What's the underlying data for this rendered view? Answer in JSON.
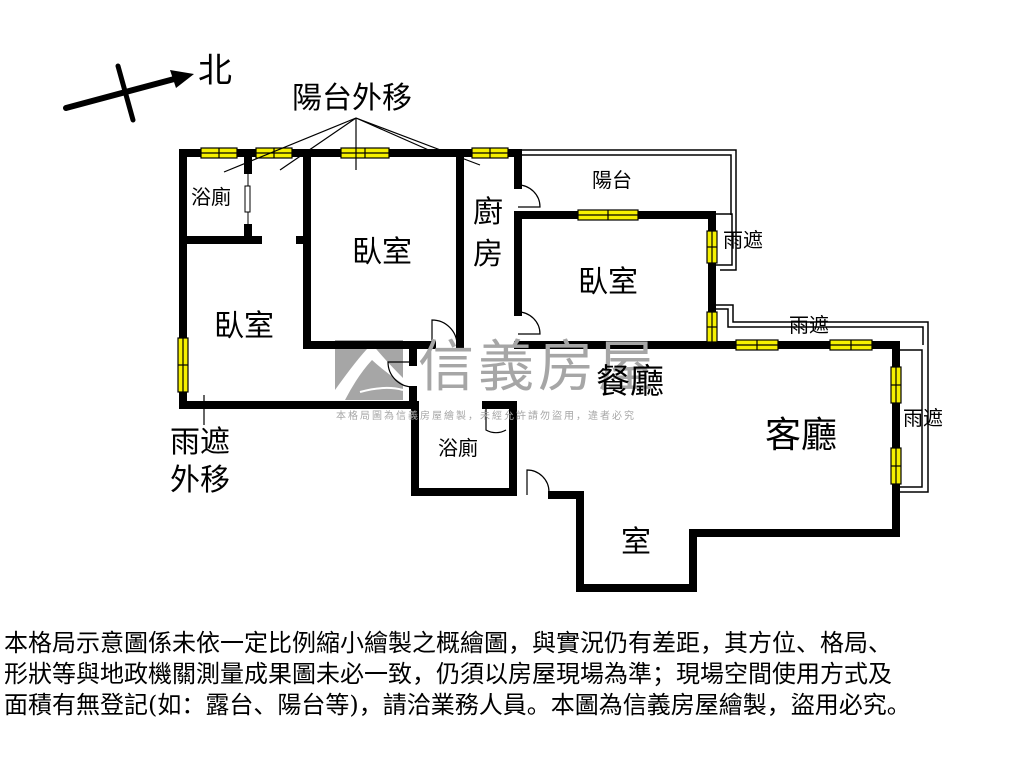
{
  "compass": {
    "direction_label": "北"
  },
  "annotations": {
    "balcony_moved_out": "陽台外移",
    "awning_moved_out_line1": "雨遮",
    "awning_moved_out_line2": "外移"
  },
  "rooms": {
    "bathroom_top": "浴廁",
    "bedroom_center": "臥室",
    "kitchen_line1": "廚",
    "kitchen_line2": "房",
    "balcony": "陽台",
    "bedroom_right": "臥室",
    "bedroom_left": "臥室",
    "dining": "餐廳",
    "living": "客廳",
    "bathroom_bottom": "浴廁",
    "room_bottom": "室",
    "awning_right_top": "雨遮",
    "awning_middle": "雨遮",
    "awning_right": "雨遮"
  },
  "watermark": {
    "brand": "信義房屋",
    "notice": "本格局圖為信義房屋繪製，未經允許請勿盜用，違者必究"
  },
  "disclaimer": {
    "line1": "本格局示意圖係未依一定比例縮小繪製之概繪圖，與實況仍有差距，其方位、格局、",
    "line2": "形狀等與地政機關測量成果圖未必一致，仍須以房屋現場為準；現場空間使用方式及",
    "line3": "面積有無登記(如：露台、陽台等)，請洽業務人員。本圖為信義房屋繪製，盜用必究。"
  },
  "colors": {
    "wall": "#000000",
    "window_fill": "#f5f000",
    "watermark_gray": "#a6a6a6",
    "background": "#ffffff"
  }
}
